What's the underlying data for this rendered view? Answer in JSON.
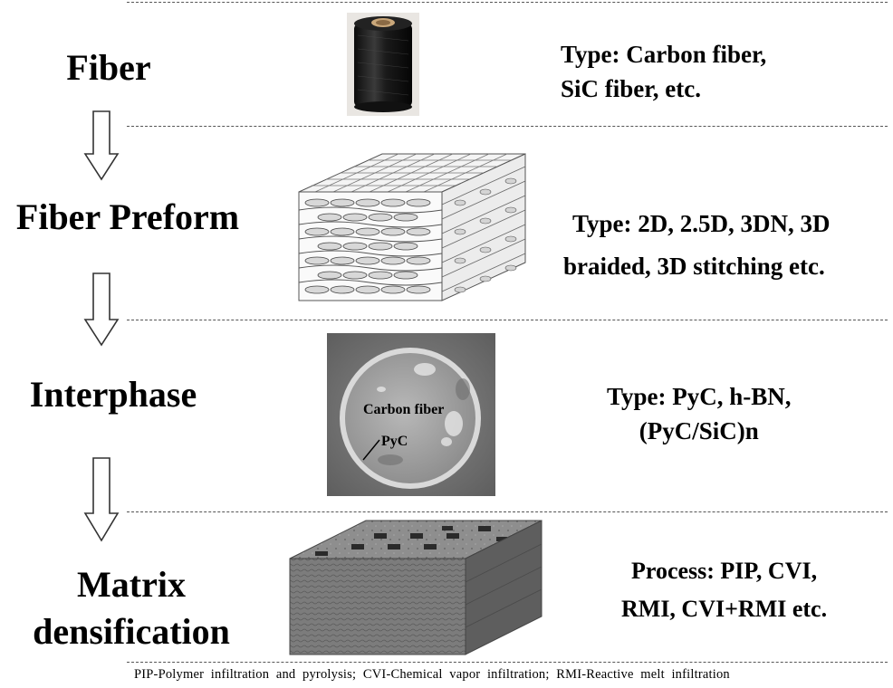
{
  "stages": [
    {
      "name": "Fiber",
      "desc_lines": [
        "Type: Carbon fiber,",
        "SiC fiber, etc."
      ]
    },
    {
      "name": "Fiber Preform",
      "desc_lines": [
        "Type: 2D, 2.5D, 3DN, 3D",
        "braided, 3D stitching etc."
      ]
    },
    {
      "name": "Interphase",
      "desc_lines": [
        "Type: PyC, h-BN,",
        "(PyC/SiC)n"
      ],
      "image_labels": {
        "core": "Carbon fiber",
        "coating": "PyC"
      }
    },
    {
      "name_lines": [
        "Matrix",
        "densification"
      ],
      "desc_lines": [
        "Process: PIP, CVI,",
        "RMI, CVI+RMI etc."
      ]
    }
  ],
  "footnote": "PIP-Polymer  infiltration  and  pyrolysis;  CVI-Chemical  vapor  infiltration;  RMI-Reactive  melt  infiltration"
}
